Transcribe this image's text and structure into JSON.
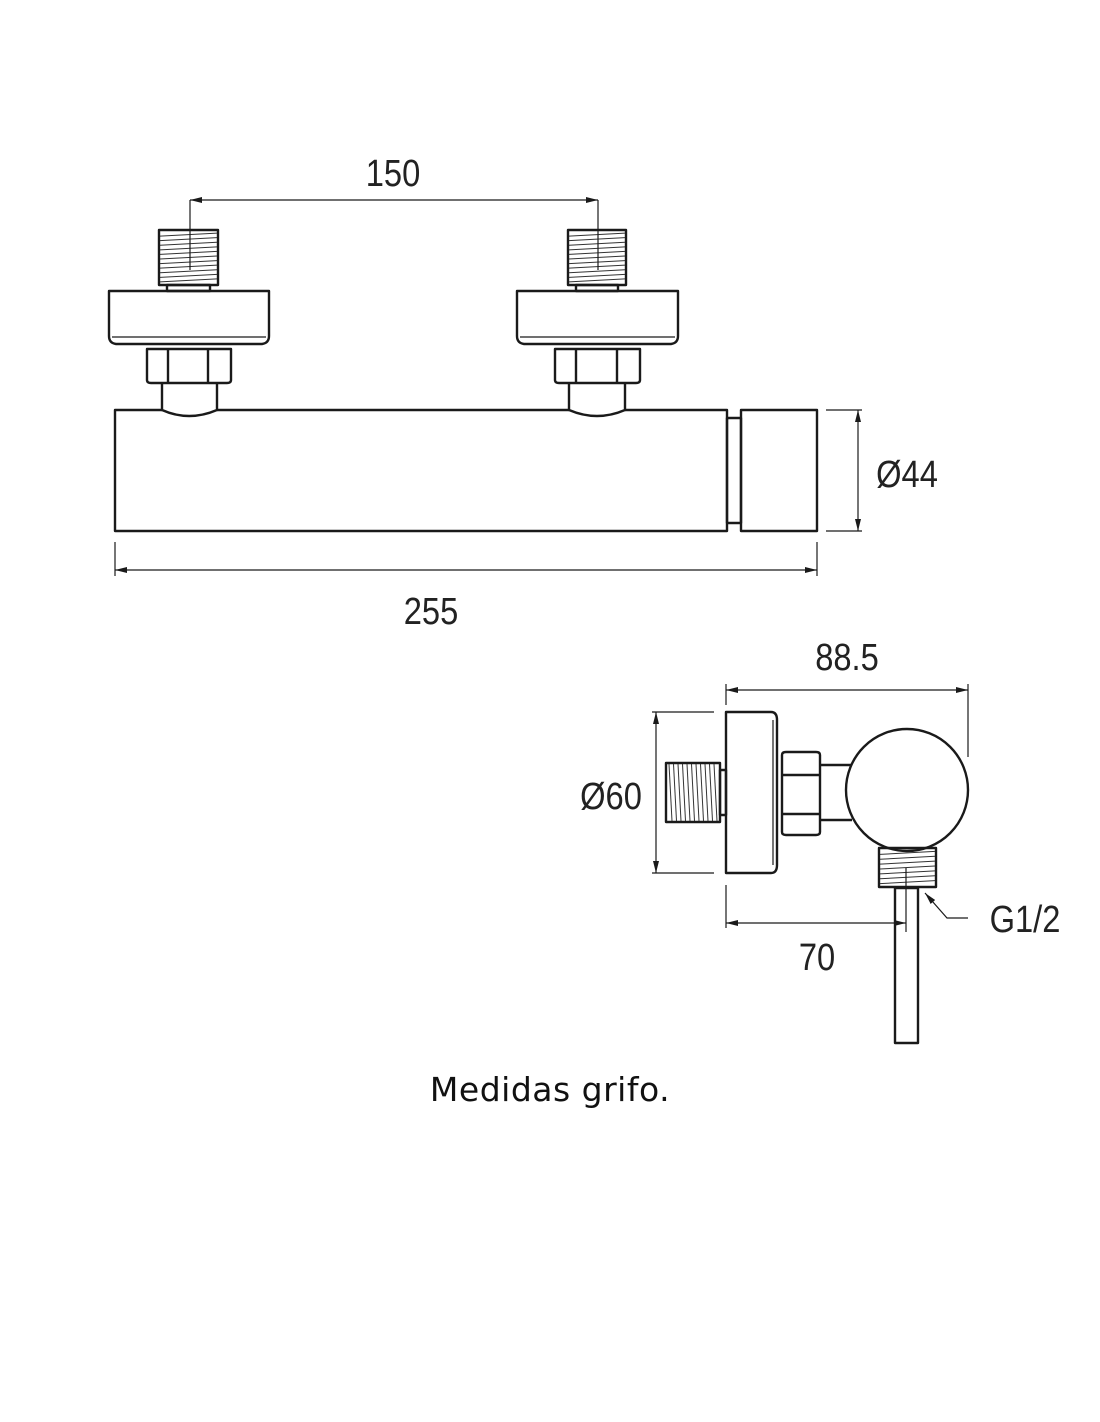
{
  "dimensions": {
    "inlet_spacing": "150",
    "body_diameter": "Ø44",
    "overall_length": "255",
    "depth": "88.5",
    "flange_diameter": "Ø60",
    "outlet_offset": "70",
    "outlet_thread": "G1/2"
  },
  "caption": "Medidas grifo."
}
